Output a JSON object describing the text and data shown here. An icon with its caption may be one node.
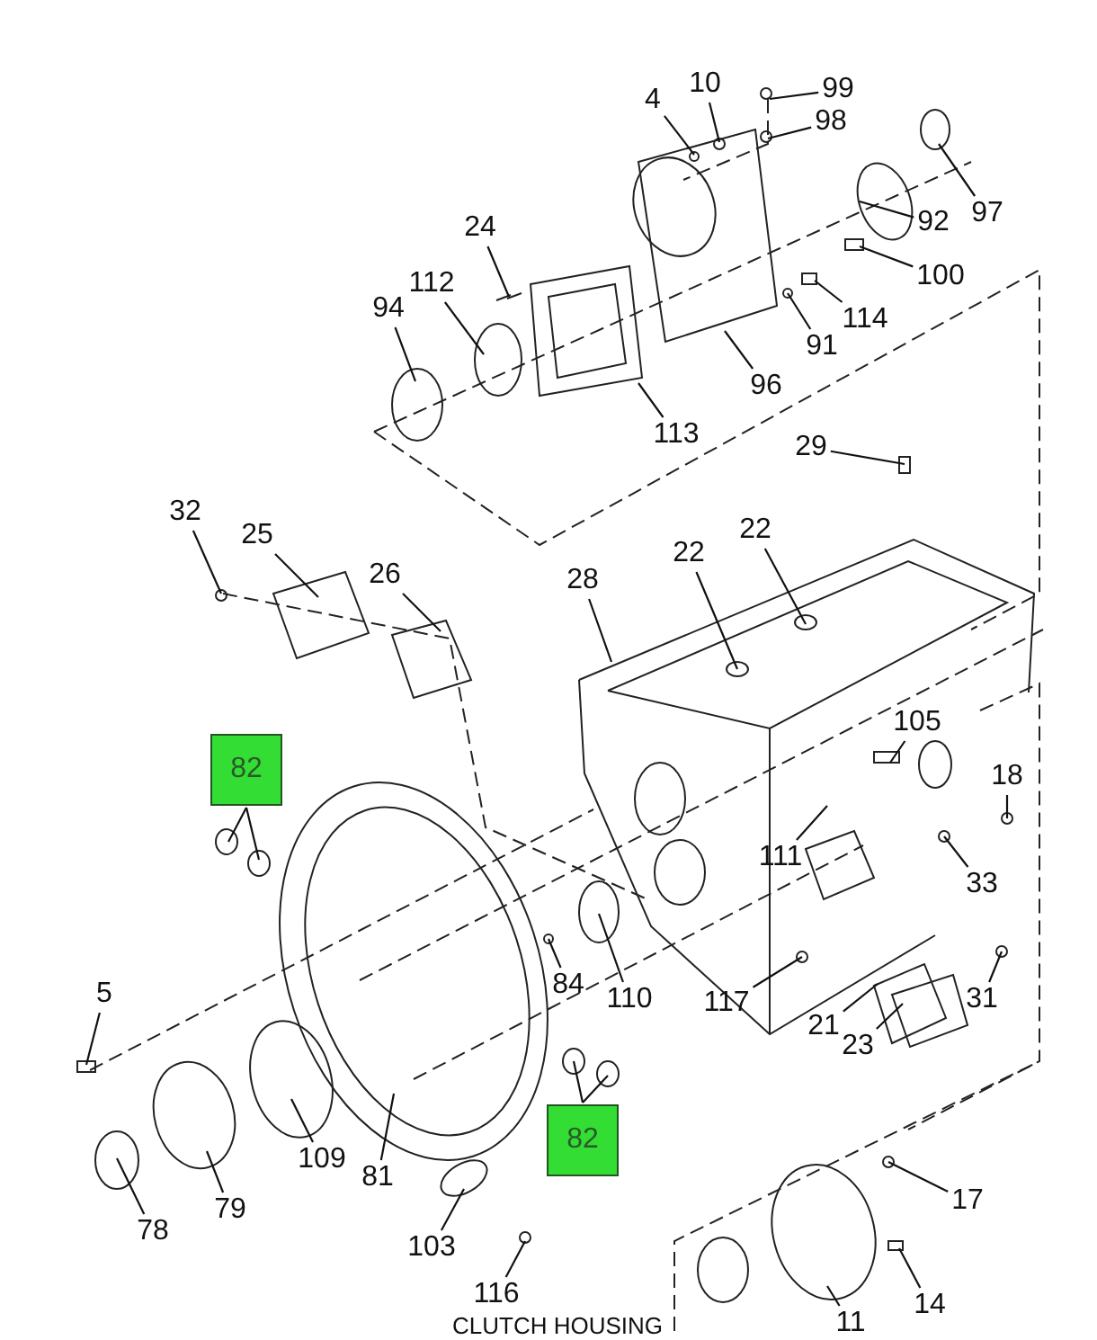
{
  "diagram": {
    "nodes": [
      {
        "text": [
          "4"
        ]
      },
      {
        "text": [
          "10"
        ]
      },
      {
        "text": [
          "99"
        ]
      },
      {
        "text": [
          "98"
        ]
      },
      {
        "text": [
          "97"
        ]
      },
      {
        "text": [
          "92"
        ]
      },
      {
        "text": [
          "24"
        ]
      },
      {
        "text": [
          "112"
        ]
      },
      {
        "text": [
          "94"
        ]
      },
      {
        "text": [
          "100"
        ]
      },
      {
        "text": [
          "114"
        ]
      },
      {
        "text": [
          "91"
        ]
      },
      {
        "text": [
          "96"
        ]
      },
      {
        "text": [
          "113"
        ]
      },
      {
        "text": [
          "29"
        ]
      },
      {
        "text": [
          "32"
        ]
      },
      {
        "text": [
          "25"
        ]
      },
      {
        "text": [
          "22"
        ]
      },
      {
        "text": [
          "22"
        ]
      },
      {
        "text": [
          "26"
        ]
      },
      {
        "text": [
          "28"
        ]
      },
      {
        "text": [
          "105"
        ]
      },
      {
        "text": [
          "82"
        ]
      },
      {
        "text": [
          "18"
        ]
      },
      {
        "text": [
          "111"
        ]
      },
      {
        "text": [
          "33"
        ]
      },
      {
        "text": [
          "84"
        ]
      },
      {
        "text": [
          "110"
        ]
      },
      {
        "text": [
          "117"
        ]
      },
      {
        "text": [
          "31"
        ]
      },
      {
        "text": [
          "5"
        ]
      },
      {
        "text": [
          "21"
        ]
      },
      {
        "text": [
          "23"
        ]
      },
      {
        "text": [
          "82"
        ]
      },
      {
        "text": [
          "109"
        ]
      },
      {
        "text": [
          "81"
        ]
      },
      {
        "text": [
          "79"
        ]
      },
      {
        "text": [
          "17"
        ]
      },
      {
        "text": [
          "78"
        ]
      },
      {
        "text": [
          "103"
        ]
      },
      {
        "text": [
          "14"
        ]
      },
      {
        "text": [
          "116"
        ]
      },
      {
        "text": [
          "11"
        ]
      }
    ],
    "edges": [
      {
        "from": 0,
        "to": null,
        "arrow": "none"
      },
      {
        "from": 1,
        "to": null,
        "arrow": "none"
      },
      {
        "from": 2,
        "to": null,
        "arrow": "none"
      },
      {
        "from": 3,
        "to": null,
        "arrow": "none"
      },
      {
        "from": 4,
        "to": null,
        "arrow": "none"
      },
      {
        "from": 5,
        "to": null,
        "arrow": "none"
      },
      {
        "from": 6,
        "to": null,
        "arrow": "none"
      },
      {
        "from": 7,
        "to": null,
        "arrow": "none"
      },
      {
        "from": 8,
        "to": null,
        "arrow": "none"
      },
      {
        "from": 9,
        "to": null,
        "arrow": "none"
      },
      {
        "from": 10,
        "to": null,
        "arrow": "none"
      },
      {
        "from": 11,
        "to": null,
        "arrow": "none"
      },
      {
        "from": 12,
        "to": null,
        "arrow": "none"
      },
      {
        "from": 13,
        "to": null,
        "arrow": "none"
      },
      {
        "from": 14,
        "to": null,
        "arrow": "none"
      },
      {
        "from": 15,
        "to": null,
        "arrow": "none"
      },
      {
        "from": 16,
        "to": null,
        "arrow": "none"
      },
      {
        "from": 17,
        "to": null,
        "arrow": "none"
      },
      {
        "from": 18,
        "to": null,
        "arrow": "none"
      },
      {
        "from": 19,
        "to": null,
        "arrow": "none"
      },
      {
        "from": 20,
        "to": null,
        "arrow": "none"
      },
      {
        "from": 21,
        "to": null,
        "arrow": "none"
      },
      {
        "from": 22,
        "to": null,
        "arrow": "none"
      },
      {
        "from": 22,
        "to": null,
        "arrow": "none"
      },
      {
        "from": 23,
        "to": null,
        "arrow": "none"
      },
      {
        "from": 24,
        "to": null,
        "arrow": "none"
      },
      {
        "from": 25,
        "to": null,
        "arrow": "none"
      },
      {
        "from": 26,
        "to": null,
        "arrow": "none"
      },
      {
        "from": 27,
        "to": null,
        "arrow": "none"
      },
      {
        "from": 28,
        "to": null,
        "arrow": "none"
      },
      {
        "from": 29,
        "to": null,
        "arrow": "none"
      },
      {
        "from": 30,
        "to": null,
        "arrow": "none"
      },
      {
        "from": 31,
        "to": null,
        "arrow": "none"
      },
      {
        "from": 32,
        "to": null,
        "arrow": "none"
      },
      {
        "from": 33,
        "to": null,
        "arrow": "none"
      },
      {
        "from": 33,
        "to": null,
        "arrow": "none"
      },
      {
        "from": 34,
        "to": null,
        "arrow": "none"
      },
      {
        "from": 35,
        "to": null,
        "arrow": "none"
      },
      {
        "from": 36,
        "to": null,
        "arrow": "none"
      },
      {
        "from": 37,
        "to": null,
        "arrow": "none"
      },
      {
        "from": 38,
        "to": null,
        "arrow": "none"
      },
      {
        "from": 39,
        "to": null,
        "arrow": "none"
      },
      {
        "from": 40,
        "to": null,
        "arrow": "none"
      },
      {
        "from": 41,
        "to": null,
        "arrow": "none"
      },
      {
        "from": 42,
        "to": null,
        "arrow": "none"
      }
    ],
    "labels": [
      "CLUTCH HOUSING"
    ]
  }
}
